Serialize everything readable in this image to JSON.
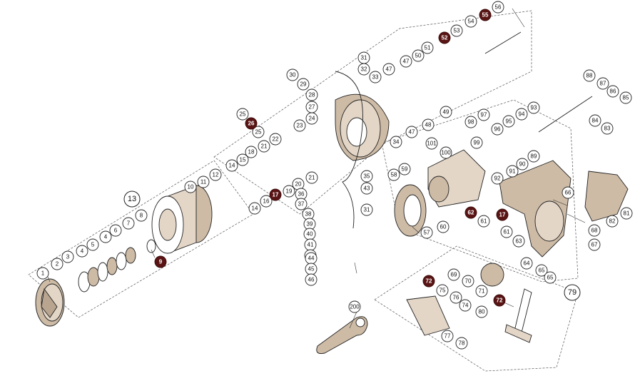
{
  "group_labels": [
    "13",
    "79"
  ],
  "callouts": [
    {
      "label": "1",
      "dark": false
    },
    {
      "label": "2",
      "dark": false
    },
    {
      "label": "3",
      "dark": false
    },
    {
      "label": "4",
      "dark": false
    },
    {
      "label": "5",
      "dark": false
    },
    {
      "label": "4",
      "dark": false
    },
    {
      "label": "6",
      "dark": false
    },
    {
      "label": "7",
      "dark": false
    },
    {
      "label": "8",
      "dark": false
    },
    {
      "label": "9",
      "dark": true
    },
    {
      "label": "10",
      "dark": false
    },
    {
      "label": "11",
      "dark": false
    },
    {
      "label": "12",
      "dark": false
    },
    {
      "label": "14",
      "dark": false
    },
    {
      "label": "14",
      "dark": false
    },
    {
      "label": "15",
      "dark": false
    },
    {
      "label": "16",
      "dark": false
    },
    {
      "label": "17",
      "dark": true
    },
    {
      "label": "18",
      "dark": false
    },
    {
      "label": "19",
      "dark": false
    },
    {
      "label": "20",
      "dark": false
    },
    {
      "label": "21",
      "dark": false
    },
    {
      "label": "21",
      "dark": false
    },
    {
      "label": "22",
      "dark": false
    },
    {
      "label": "23",
      "dark": false
    },
    {
      "label": "24",
      "dark": false
    },
    {
      "label": "25",
      "dark": false
    },
    {
      "label": "25",
      "dark": false
    },
    {
      "label": "26",
      "dark": true
    },
    {
      "label": "27",
      "dark": false
    },
    {
      "label": "28",
      "dark": false
    },
    {
      "label": "29",
      "dark": false
    },
    {
      "label": "30",
      "dark": false
    },
    {
      "label": "31",
      "dark": false
    },
    {
      "label": "32",
      "dark": false
    },
    {
      "label": "33",
      "dark": false
    },
    {
      "label": "34",
      "dark": false
    },
    {
      "label": "35",
      "dark": false
    },
    {
      "label": "36",
      "dark": false
    },
    {
      "label": "37",
      "dark": false
    },
    {
      "label": "38",
      "dark": false
    },
    {
      "label": "39",
      "dark": false
    },
    {
      "label": "40",
      "dark": false
    },
    {
      "label": "41",
      "dark": false
    },
    {
      "label": "42",
      "dark": false
    },
    {
      "label": "43",
      "dark": false
    },
    {
      "label": "31",
      "dark": false
    },
    {
      "label": "44",
      "dark": false
    },
    {
      "label": "45",
      "dark": false
    },
    {
      "label": "46",
      "dark": false
    },
    {
      "label": "47",
      "dark": false
    },
    {
      "label": "47",
      "dark": false
    },
    {
      "label": "47",
      "dark": false
    },
    {
      "label": "48",
      "dark": false
    },
    {
      "label": "49",
      "dark": false
    },
    {
      "label": "50",
      "dark": false
    },
    {
      "label": "51",
      "dark": false
    },
    {
      "label": "52",
      "dark": true
    },
    {
      "label": "53",
      "dark": false
    },
    {
      "label": "54",
      "dark": false
    },
    {
      "label": "55",
      "dark": true
    },
    {
      "label": "56",
      "dark": false
    },
    {
      "label": "57",
      "dark": false
    },
    {
      "label": "58",
      "dark": false
    },
    {
      "label": "59",
      "dark": false
    },
    {
      "label": "60",
      "dark": false
    },
    {
      "label": "61",
      "dark": false
    },
    {
      "label": "61",
      "dark": false
    },
    {
      "label": "17",
      "dark": true
    },
    {
      "label": "62",
      "dark": true
    },
    {
      "label": "63",
      "dark": false
    },
    {
      "label": "64",
      "dark": false
    },
    {
      "label": "65",
      "dark": false
    },
    {
      "label": "65",
      "dark": false
    },
    {
      "label": "66",
      "dark": false
    },
    {
      "label": "67",
      "dark": false
    },
    {
      "label": "68",
      "dark": false
    },
    {
      "label": "69",
      "dark": false
    },
    {
      "label": "70",
      "dark": false
    },
    {
      "label": "71",
      "dark": false
    },
    {
      "label": "72",
      "dark": true
    },
    {
      "label": "72",
      "dark": true
    },
    {
      "label": "74",
      "dark": false
    },
    {
      "label": "75",
      "dark": false
    },
    {
      "label": "76",
      "dark": false
    },
    {
      "label": "77",
      "dark": false
    },
    {
      "label": "78",
      "dark": false
    },
    {
      "label": "80",
      "dark": false
    },
    {
      "label": "81",
      "dark": false
    },
    {
      "label": "82",
      "dark": false
    },
    {
      "label": "83",
      "dark": false
    },
    {
      "label": "84",
      "dark": false
    },
    {
      "label": "85",
      "dark": false
    },
    {
      "label": "86",
      "dark": false
    },
    {
      "label": "87",
      "dark": false
    },
    {
      "label": "88",
      "dark": false
    },
    {
      "label": "89",
      "dark": false
    },
    {
      "label": "90",
      "dark": false
    },
    {
      "label": "91",
      "dark": false
    },
    {
      "label": "92",
      "dark": false
    },
    {
      "label": "93",
      "dark": false
    },
    {
      "label": "94",
      "dark": false
    },
    {
      "label": "95",
      "dark": false
    },
    {
      "label": "96",
      "dark": false
    },
    {
      "label": "97",
      "dark": false
    },
    {
      "label": "98",
      "dark": false
    },
    {
      "label": "99",
      "dark": false
    },
    {
      "label": "100",
      "dark": false
    },
    {
      "label": "101",
      "dark": false
    },
    {
      "label": "200",
      "dark": false
    }
  ]
}
